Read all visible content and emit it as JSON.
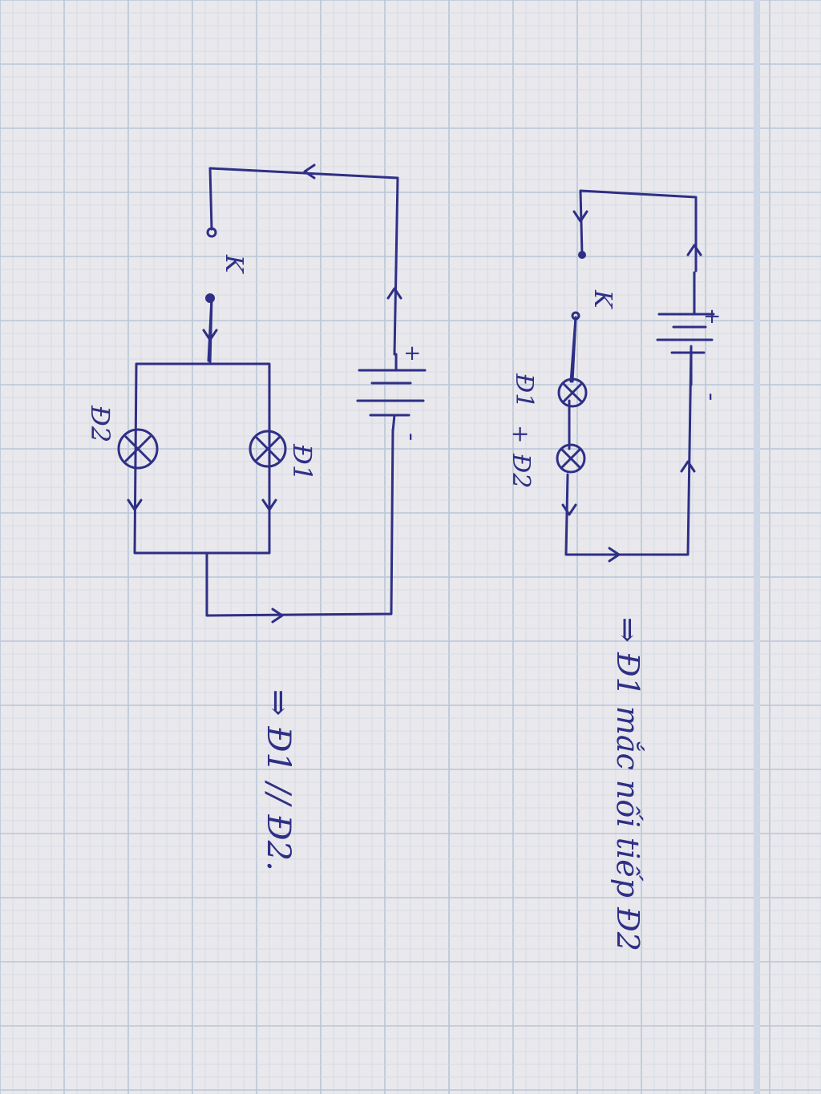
{
  "paper": {
    "background": "#e9e8ec",
    "grid_major": "#b9c6d6",
    "grid_minor": "#d3d9e2",
    "margin_line": "#cfd6e4"
  },
  "ink_color": "#2e2f86",
  "circuit_series": {
    "switch_label": "K",
    "plus_sign": "+",
    "minus_sign": "-",
    "lamp1_label": "Đ1",
    "lamp2_label": "Đ2",
    "lamp_joiner": "+",
    "conclusion": "⇒ Đ1 mắc nối tiếp Đ2"
  },
  "circuit_parallel": {
    "switch_label": "K",
    "plus_sign": "+",
    "minus_sign": "-",
    "lamp1_label": "Đ1",
    "lamp2_label": "Đ2",
    "conclusion": "⇒ Đ1 // Đ2."
  },
  "icons": {
    "lamp": "circle-with-x-icon",
    "battery": "battery-cells-icon",
    "arrow": "current-arrow-icon",
    "switch": "switch-contact-icon"
  }
}
